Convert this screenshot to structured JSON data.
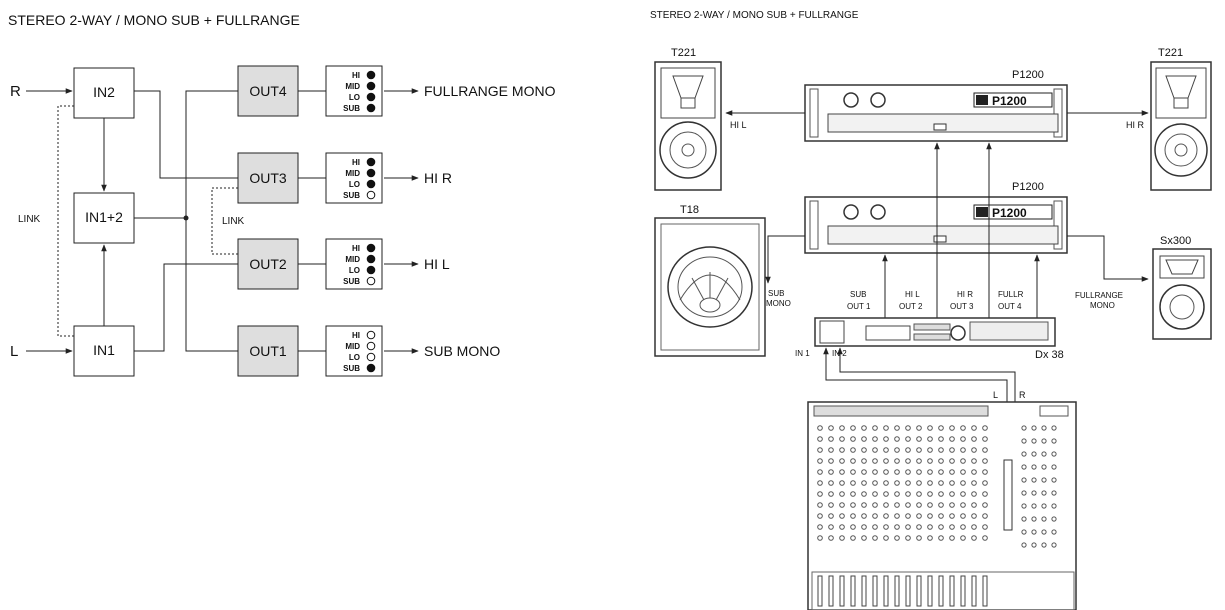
{
  "left": {
    "title": "STEREO 2-WAY / MONO SUB + FULLRANGE",
    "inputs": {
      "r": "R",
      "l": "L"
    },
    "blocks": {
      "in2": "IN2",
      "in12": "IN1+2",
      "in1": "IN1"
    },
    "link_left": "LINK",
    "link_mid": "LINK",
    "outputs": [
      {
        "id": "out4",
        "label": "OUT4",
        "dest": "FULLRANGE MONO",
        "bands": [
          true,
          true,
          true,
          true
        ]
      },
      {
        "id": "out3",
        "label": "OUT3",
        "dest": "HI R",
        "bands": [
          true,
          true,
          true,
          false
        ]
      },
      {
        "id": "out2",
        "label": "OUT2",
        "dest": "HI L",
        "bands": [
          true,
          true,
          true,
          false
        ]
      },
      {
        "id": "out1",
        "label": "OUT1",
        "dest": "SUB MONO",
        "bands": [
          false,
          false,
          false,
          true
        ]
      }
    ],
    "band_names": [
      "HI",
      "MID",
      "LO",
      "SUB"
    ]
  },
  "right": {
    "title": "STEREO 2-WAY / MONO SUB + FULLRANGE",
    "speakers": {
      "t221_left": "T221",
      "t221_right": "T221",
      "t18": "T18",
      "sx300": "Sx300"
    },
    "amps": {
      "amp_top_name": "P1200",
      "amp_bottom_name": "P1200",
      "amp_brand": "P1200"
    },
    "labels": {
      "hi_l_out": "HI L",
      "hi_r_out": "HI R",
      "sub_mono_1": "SUB",
      "sub_mono_2": "MONO",
      "fullrange_mono_1": "FULLRANGE",
      "fullrange_mono_2": "MONO",
      "col1_a": "SUB",
      "col1_b": "OUT 1",
      "col2_a": "HI L",
      "col2_b": "OUT 2",
      "col3_a": "HI R",
      "col3_b": "OUT 3",
      "col4_a": "FULLR",
      "col4_b": "OUT 4",
      "in1": "IN 1",
      "in2": "IN 2",
      "processor": "Dx 38",
      "mixer_l": "L",
      "mixer_r": "R"
    }
  }
}
